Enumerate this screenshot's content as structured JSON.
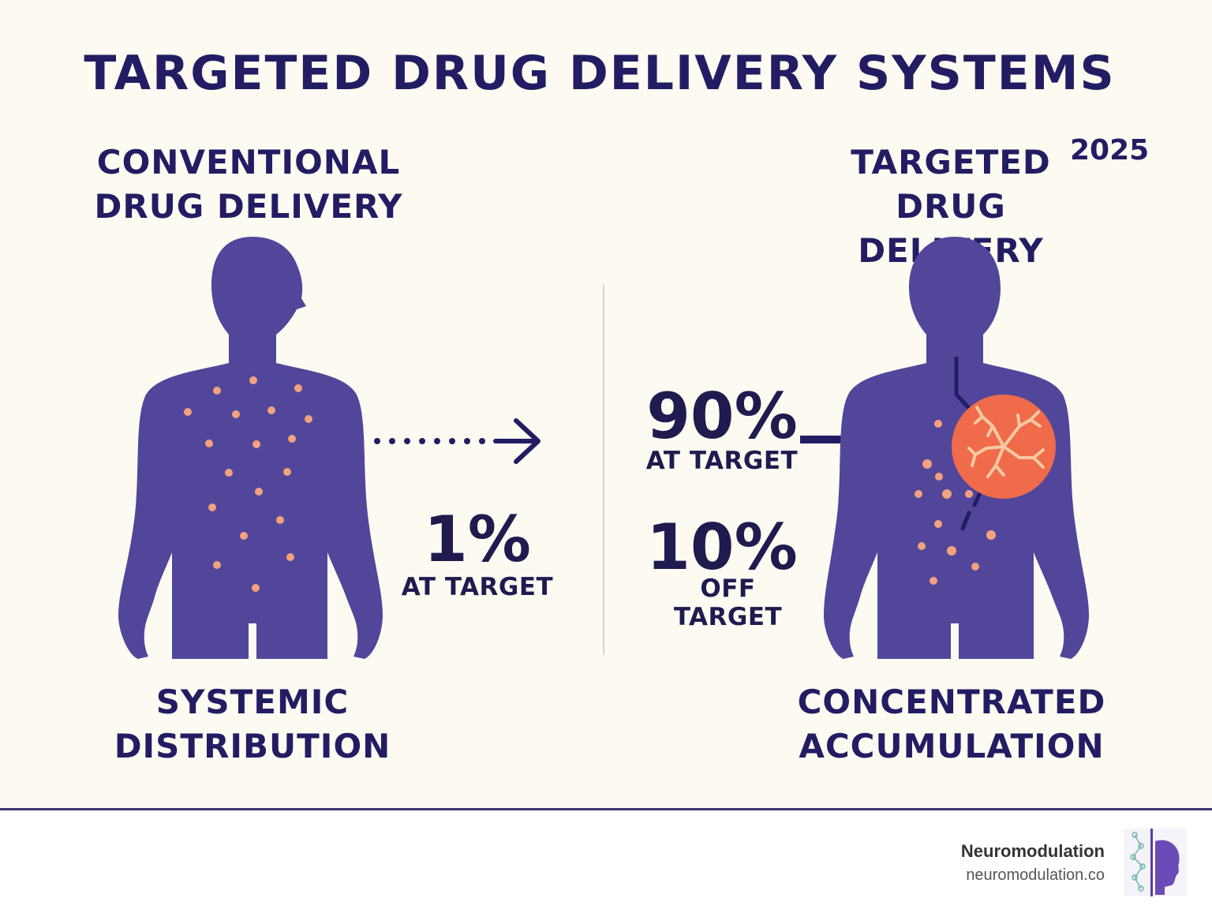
{
  "title": "TARGETED DRUG DELIVERY SYSTEMS",
  "year": "2025",
  "left": {
    "heading_line1": "CONVENTIONAL",
    "heading_line2": "DRUG DELIVERY",
    "caption_line1": "SYSTEMIC",
    "caption_line2": "DISTRIBUTION",
    "stat_value": "1%",
    "stat_label": "AT TARGET"
  },
  "right": {
    "heading_line1": "TARGETED",
    "heading_line2": "DRUG DELIVERY",
    "caption_line1": "CONCENTRATED",
    "caption_line2": "ACCUMULATION",
    "stat1_value": "90%",
    "stat1_label": "AT TARGET",
    "stat2_value": "10%",
    "stat2_label": "OFF TARGET"
  },
  "footer": {
    "brand": "Neuromodulation",
    "url": "neuromodulation.co"
  },
  "colors": {
    "body": "#51469a",
    "dot": "#f2a27e",
    "target": "#ef6b4a",
    "text": "#221d63"
  },
  "icons": [
    "human-silhouette-icon",
    "dotted-arrow-icon",
    "solid-arrow-icon",
    "target-tissue-icon",
    "logo-icon"
  ]
}
